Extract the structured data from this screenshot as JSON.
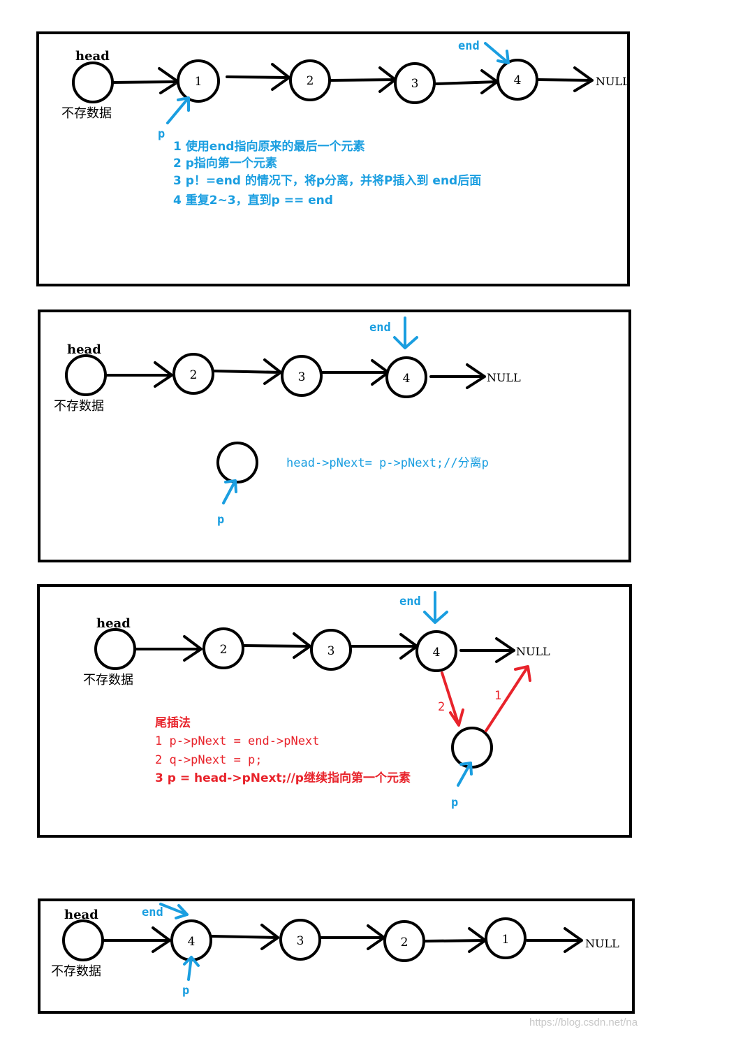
{
  "labels": {
    "head": "head",
    "no_data": "不存数据",
    "null": "NULL",
    "end": "end",
    "p": "p"
  },
  "panel1": {
    "nodes": [
      "1",
      "2",
      "3",
      "4"
    ],
    "steps": [
      "1  使用end指向原来的最后一个元素",
      "2  p指向第一个元素",
      "3  p！=end 的情况下，将p分离，并将P插入到 end后面",
      "4  重复2~3，直到p == end"
    ]
  },
  "panel2": {
    "nodes": [
      "2",
      "3",
      "4"
    ],
    "code": "head->pNext= p->pNext;//分离p"
  },
  "panel3": {
    "nodes": [
      "2",
      "3",
      "4"
    ],
    "title": "尾插法",
    "steps": [
      "1  p->pNext  =  end->pNext",
      "2  q->pNext  =  p;",
      "3  p = head->pNext;//p继续指向第一个元素"
    ],
    "arrow_labels": [
      "2",
      "1"
    ]
  },
  "panel4": {
    "nodes": [
      "4",
      "3",
      "2",
      "1"
    ]
  },
  "watermark": "https://blog.csdn.net/na"
}
